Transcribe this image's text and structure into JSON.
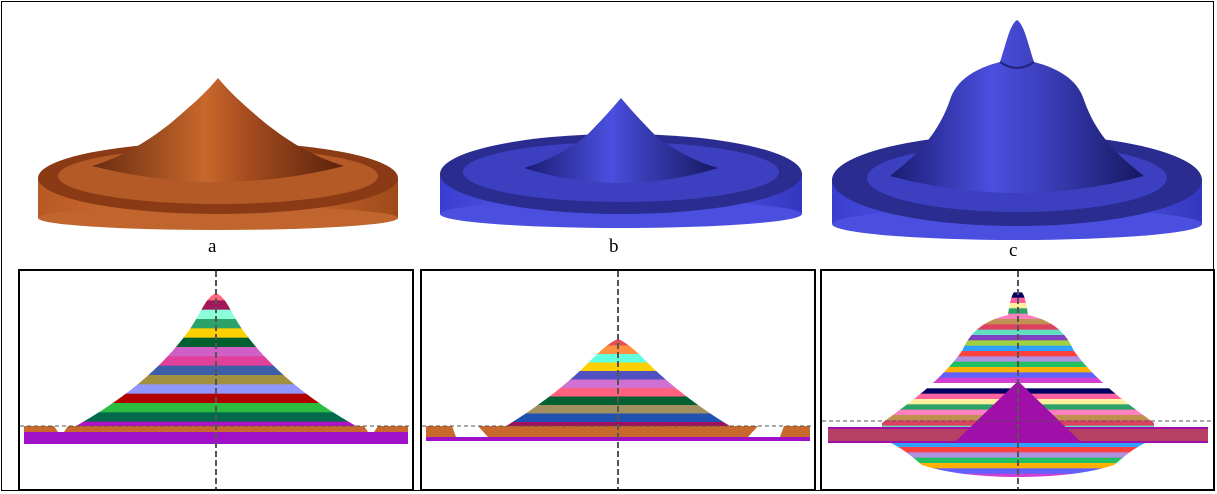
{
  "labels": {
    "a": "a",
    "b": "b",
    "c": "c"
  },
  "colors": {
    "copper": "#c0652e",
    "blue": "#4a4fe0",
    "stripes_a": [
      "#ff6a80",
      "#a0185a",
      "#8cffd8",
      "#2aa268",
      "#ffd000",
      "#006030",
      "#d060c8",
      "#e0409a",
      "#3c5ea8",
      "#a09040",
      "#9098ff",
      "#b00000",
      "#2cbc40",
      "#006a4a",
      "#b010c8"
    ],
    "stripes_b": [
      "#e05050",
      "#ff9040",
      "#60ffe0",
      "#ffd000",
      "#5050c0",
      "#d070d0",
      "#ff6080",
      "#006030",
      "#a09060",
      "#2050b0",
      "#a01060",
      "#20c060"
    ],
    "stripes_c": [
      "#ffffff",
      "#000060",
      "#ff60a0",
      "#fff0a0",
      "#2aa268",
      "#ff80c0",
      "#c09050",
      "#e04060",
      "#60e0c0",
      "#8040c0",
      "#a0d040",
      "#30a0ff",
      "#ff4040",
      "#b090e0",
      "#20c060",
      "#ffb000",
      "#6060ff",
      "#d040d0"
    ],
    "base_purple": "#a010c8",
    "base_orange": "#c8682c",
    "tri_magenta": "#a010a8"
  }
}
